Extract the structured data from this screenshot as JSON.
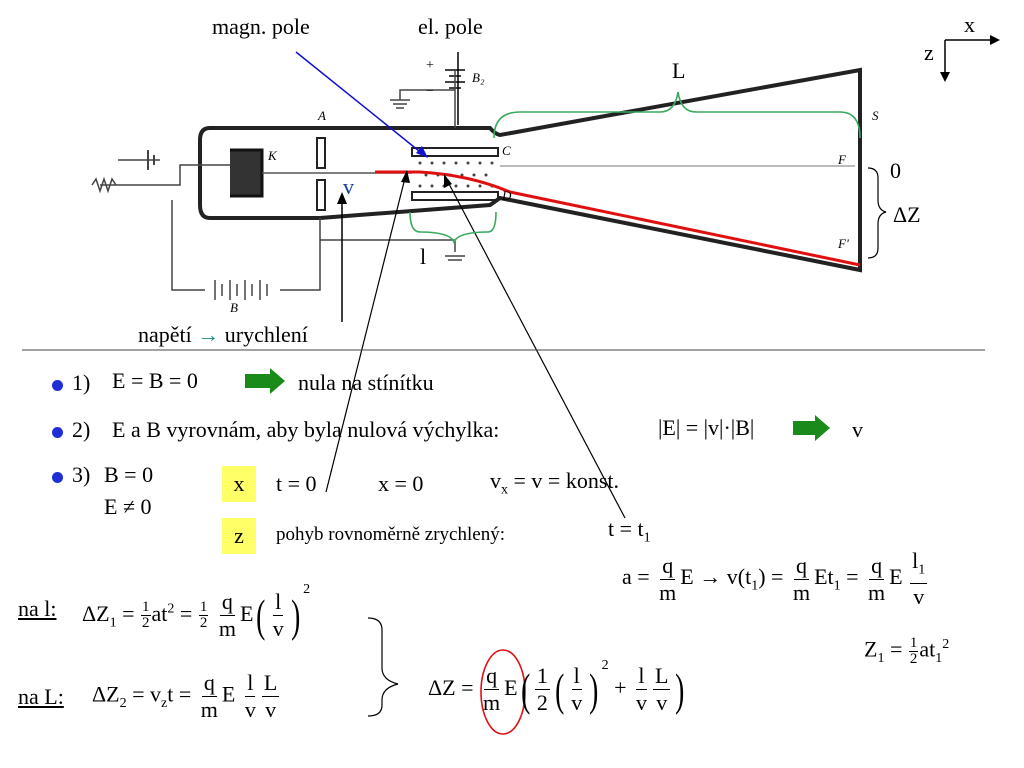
{
  "diagram": {
    "label_magn": "magn. pole",
    "label_el": "el. pole",
    "axis_x": "x",
    "axis_z": "z",
    "label_L": "L",
    "label_0": "0",
    "label_dZ": "ΔZ",
    "label_v": "v",
    "label_l": "l",
    "label_napeti": "napětí",
    "label_arrow": "→",
    "label_urychleni": "urychlení",
    "tube_A": "A",
    "tube_K": "K",
    "tube_C": "C",
    "tube_D": "D",
    "tube_F": "F",
    "tube_F1": "F'",
    "tube_S": "S",
    "tube_B1": "B",
    "tube_B2": "B₂",
    "tube_plus": "+",
    "tube_minus": "−",
    "colors": {
      "beam": "#e01010",
      "blue_arrow": "#1010d0",
      "brace_green": "#3aa860",
      "ellipse": "#e01010"
    }
  },
  "items": {
    "i1_num": "1)",
    "i1_eq": "E = B = 0",
    "i1_text": "nula na stínítku",
    "i2_num": "2)",
    "i2_text": "E a  B vyrovnám, aby byla nulová výchylka:",
    "i2_eq": "|E| = |v|·|B|",
    "i2_res": "v",
    "i3_num": "3)",
    "i3_eq1": "B = 0",
    "i3_eq2": "E ≠ 0",
    "box_x": "x",
    "box_z": "z",
    "t0": "t = 0",
    "x0": "x = 0",
    "vx": "v",
    "vx_sub": "x",
    "vx_rest": "= v = konst.",
    "pohyb": "pohyb rovnoměrně zrychlený:",
    "t1": "t = t",
    "t1_sub": "1"
  },
  "formulas": {
    "na_l": "na l:",
    "na_L": "na L:",
    "dz1": "ΔZ",
    "dz1_sub": "1",
    "dz2": "ΔZ",
    "dz2_sub": "2",
    "z1": "Z",
    "z1_sub": "1",
    "q": "q",
    "m": "m",
    "E": "E",
    "l": "l",
    "L": "L",
    "v": "v",
    "one": "1",
    "two": "2"
  }
}
